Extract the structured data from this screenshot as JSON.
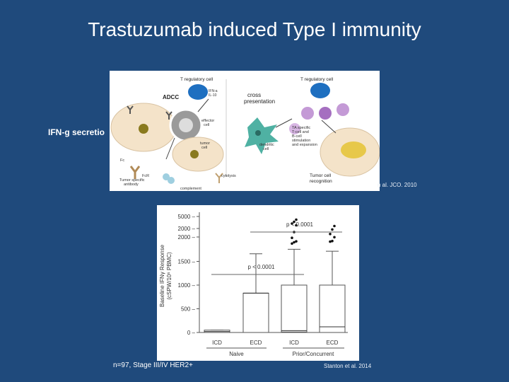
{
  "slide": {
    "title": "Trastuzumab induced Type I immunity",
    "side_label": "IFN-g secretio",
    "footnote": "n=97, Stage III/IV HER2+",
    "cite_top": "n al. JCO. 2010",
    "cite_bottom": "Stanton et al. 2014"
  },
  "diagram": {
    "labels": {
      "treg_left": "T regulatory cell",
      "treg_right": "T regulatory cell",
      "adcc": "ADCC",
      "cytokines": "IFN-a\nIL-10",
      "effector": "effector\ncell",
      "cross": "cross\npresentation",
      "tumor_cell": "tumor\ncell",
      "dendritic": "dendritic\ncell",
      "ta_specific": "TA specific\nT-cell and\nB-cell\nstimulation\nand expansion",
      "fc": "Fc",
      "fcr": "FcR",
      "antibody": "Tumor specific\nantibody",
      "cytolysis": "cytolysis",
      "complement": "complement",
      "recognition": "Tumor cell\nrecognition"
    }
  },
  "chart_data": {
    "type": "box",
    "ylabel": "Baseline IFNγ Response\n(cSPW/10⁶ PBMC)",
    "y_tick_labels": [
      "0",
      "500",
      "1000",
      "1500",
      "2000",
      "2000",
      "5000"
    ],
    "categories": [
      "ICD",
      "ECD",
      "ICD",
      "ECD"
    ],
    "groups": [
      {
        "name": "Naive",
        "categories": [
          "ICD",
          "ECD"
        ]
      },
      {
        "name": "Prior/Concurrent",
        "categories": [
          "ICD",
          "ECD"
        ]
      }
    ],
    "boxes": [
      {
        "category": "ICD",
        "group": "Naive",
        "min": 0,
        "q1": 0,
        "median": 20,
        "q3": 50,
        "max": 50
      },
      {
        "category": "ECD",
        "group": "Naive",
        "min": 0,
        "q1": 0,
        "median": 830,
        "q3": 830,
        "max": 1620
      },
      {
        "category": "ICD",
        "group": "Prior/Concurrent",
        "min": 0,
        "q1": 10,
        "median": 40,
        "q3": 1000,
        "max": 1690
      },
      {
        "category": "ECD",
        "group": "Prior/Concurrent",
        "min": 0,
        "q1": 0,
        "median": 120,
        "q3": 1000,
        "max": 1660
      }
    ],
    "outliers": [
      {
        "category_index": 2,
        "values": [
          1780,
          1800,
          1815,
          1870,
          1960,
          2600,
          2850,
          3100,
          3400
        ]
      },
      {
        "category_index": 3,
        "values": [
          1810,
          1820,
          1880,
          1930,
          2010,
          2500
        ]
      }
    ],
    "annotations": [
      {
        "text": "p < 0.0001",
        "from": 0,
        "to": 2
      },
      {
        "text": "p < 0.0001",
        "from": 1,
        "to": 3
      }
    ]
  }
}
